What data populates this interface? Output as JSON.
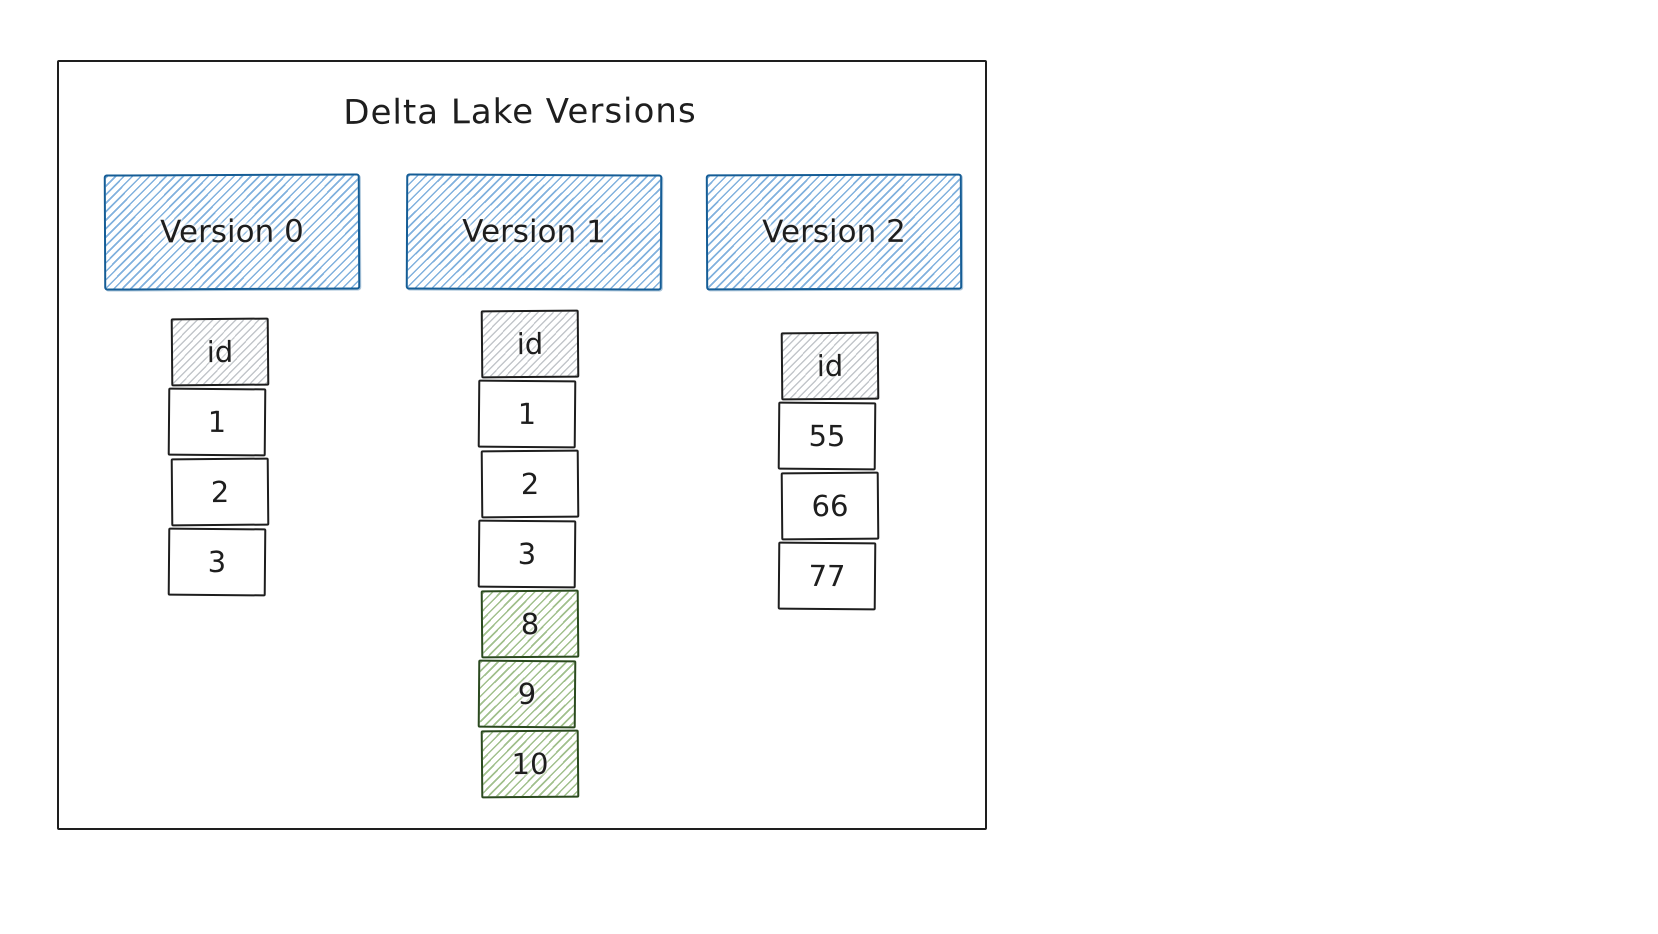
{
  "diagram": {
    "title": "Delta Lake Versions"
  },
  "versions": [
    {
      "label": "Version 0",
      "header": "id",
      "cells": [
        {
          "value": "1",
          "highlight": false
        },
        {
          "value": "2",
          "highlight": false
        },
        {
          "value": "3",
          "highlight": false
        }
      ]
    },
    {
      "label": "Version 1",
      "header": "id",
      "cells": [
        {
          "value": "1",
          "highlight": false
        },
        {
          "value": "2",
          "highlight": false
        },
        {
          "value": "3",
          "highlight": false
        },
        {
          "value": "8",
          "highlight": true
        },
        {
          "value": "9",
          "highlight": true
        },
        {
          "value": "10",
          "highlight": true
        }
      ]
    },
    {
      "label": "Version 2",
      "header": "id",
      "cells": [
        {
          "value": "55",
          "highlight": false
        },
        {
          "value": "66",
          "highlight": false
        },
        {
          "value": "77",
          "highlight": false
        }
      ]
    }
  ],
  "colors": {
    "version_header_hatch": "#1971c2",
    "version_header_stroke": "#155d96",
    "id_header_hatch": "#868e96",
    "highlight_hatch": "#548c2f",
    "stroke": "#1e1e1e",
    "background": "#ffffff"
  }
}
